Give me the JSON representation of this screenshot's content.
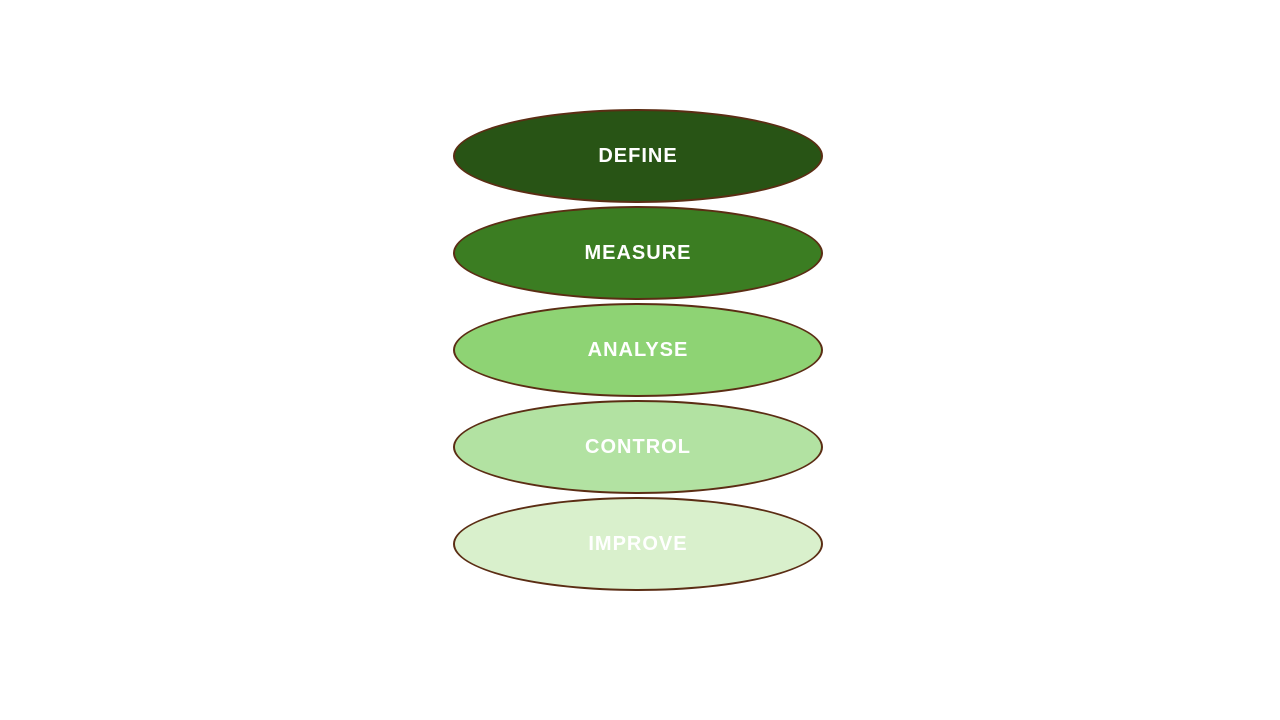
{
  "page": {
    "background": "#ffffff"
  },
  "diagram": {
    "name": "green-stacked-ellipse-process",
    "border_color": "#5b2d14",
    "label_color": "#ffffff",
    "stages": [
      {
        "label": "DEFINE",
        "fill": "#285415"
      },
      {
        "label": "MEASURE",
        "fill": "#3b7d22"
      },
      {
        "label": "ANALYSE",
        "fill": "#8ed374"
      },
      {
        "label": "CONTROL",
        "fill": "#b2e2a2"
      },
      {
        "label": "IMPROVE",
        "fill": "#d9f0cc"
      }
    ]
  }
}
